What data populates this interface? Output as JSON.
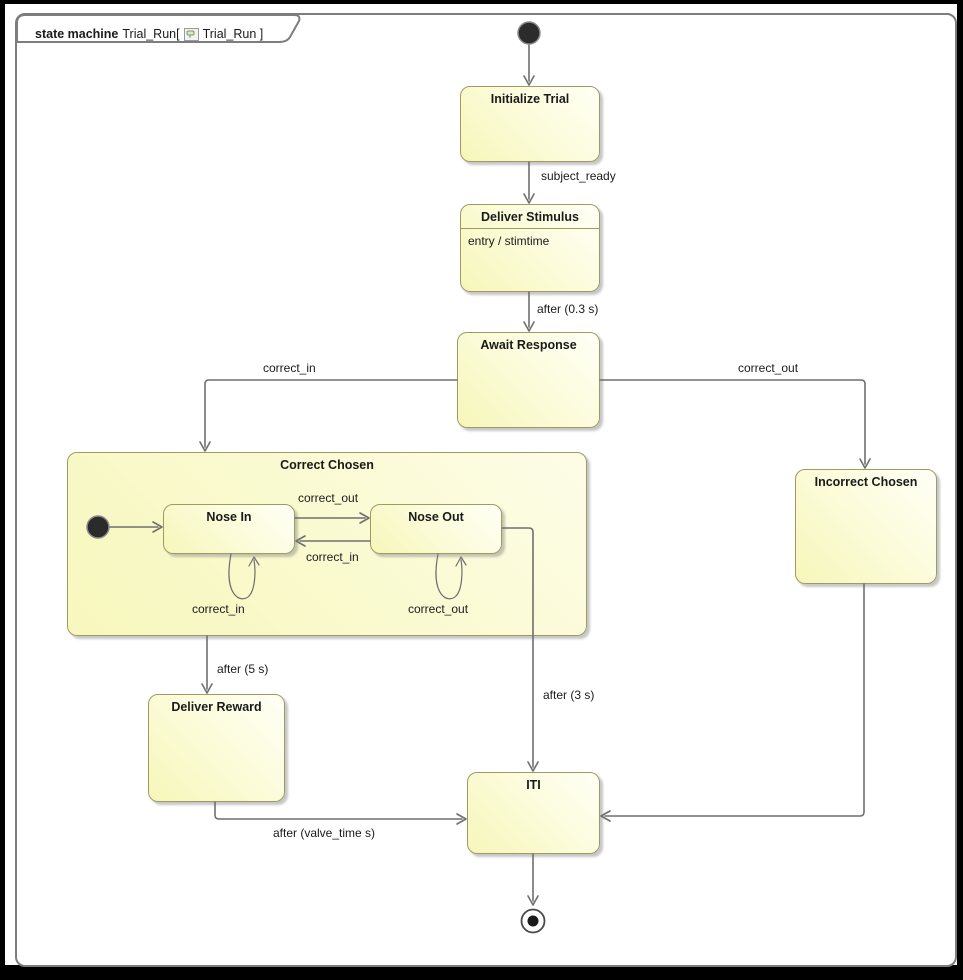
{
  "diagram": {
    "frame_kind": "state machine",
    "frame_name": "Trial_Run[",
    "frame_ref": "Trial_Run ]",
    "colors": {
      "state_fill": "#f8f8c0",
      "state_fill_light": "#fffff6",
      "state_border": "#9c9c62",
      "connector": "#6f6f6f",
      "frame_border": "#7d7d7d",
      "text": "#1a1a1a"
    }
  },
  "states": {
    "initialize_trial": {
      "label": "Initialize Trial"
    },
    "deliver_stimulus": {
      "label": "Deliver Stimulus",
      "entry_action": "entry / stimtime"
    },
    "await_response": {
      "label": "Await Response"
    },
    "correct_chosen": {
      "label": "Correct Chosen"
    },
    "nose_in": {
      "label": "Nose In"
    },
    "nose_out": {
      "label": "Nose Out"
    },
    "incorrect_chosen": {
      "label": "Incorrect Chosen"
    },
    "deliver_reward": {
      "label": "Deliver Reward"
    },
    "iti": {
      "label": "ITI"
    }
  },
  "transitions": {
    "subject_ready": {
      "label": "subject_ready"
    },
    "after_stim": {
      "label": "after (0.3 s)"
    },
    "correct_in_main": {
      "label": "correct_in"
    },
    "correct_out_main": {
      "label": "correct_out"
    },
    "nose_in_to_nose_out": {
      "label": "correct_out"
    },
    "nose_out_to_nose_in": {
      "label": "correct_in"
    },
    "nose_in_self": {
      "label": "correct_in"
    },
    "nose_out_self": {
      "label": "correct_out"
    },
    "after_5s": {
      "label": "after (5 s)"
    },
    "after_3s": {
      "label": "after (3 s)"
    },
    "after_valve": {
      "label": "after (valve_time s)"
    }
  }
}
